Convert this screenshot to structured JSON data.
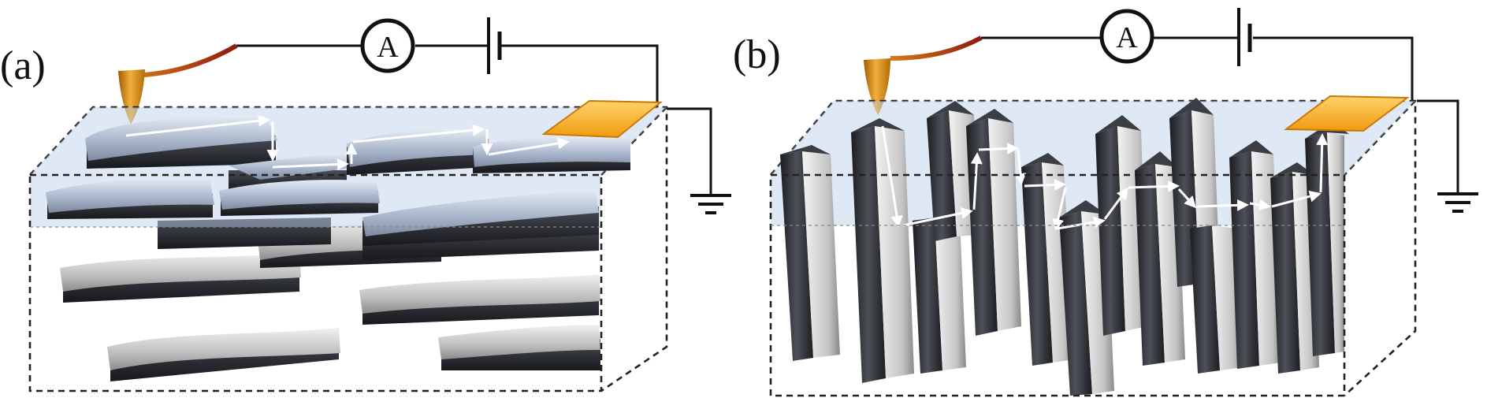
{
  "panels": [
    {
      "label": "(a)",
      "ammeter_symbol": "A",
      "orientation": "horizontal"
    },
    {
      "label": "(b)",
      "ammeter_symbol": "A",
      "orientation": "vertical"
    }
  ],
  "colors": {
    "flake_top": "#c9d3e2",
    "flake_shadow": "#2c2f36",
    "flake_lower": "#bdbdbd",
    "glow_layer": "#b9cde8",
    "tip_orange": "#d98f10",
    "wire_red": "#9b1c10",
    "electrode": "#f5a81c",
    "arrow": "#ffffff"
  }
}
